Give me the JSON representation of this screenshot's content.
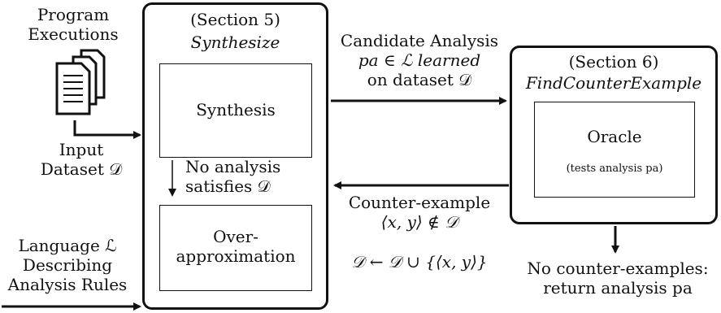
{
  "inputs": {
    "program_line1": "Program",
    "program_line2": "Executions",
    "dataset_line1": "Input",
    "dataset_line2": "Dataset 𝒟",
    "language_line1": "Language ℒ",
    "language_line2": "Describing",
    "language_line3": "Analysis Rules",
    "document_icon": "documents-icon"
  },
  "synthesize": {
    "section": "(Section 5)",
    "name": "Synthesize",
    "synthesis_label": "Synthesis",
    "no_analysis_line1": "No analysis",
    "no_analysis_line2": "satisfies 𝒟",
    "overapprox_line1": "Over-",
    "overapprox_line2": "approximation"
  },
  "candidate": {
    "line1": "Candidate Analysis",
    "line2": "pa ∈ ℒ learned",
    "line3": "on dataset 𝒟"
  },
  "counter": {
    "line1": "Counter-example",
    "line2": "⟨x, y⟩ ∉ 𝒟",
    "update": "𝒟 ← 𝒟 ∪ {⟨x, y⟩}"
  },
  "find": {
    "section": "(Section 6)",
    "name": "FindCounterExample",
    "oracle_label": "Oracle",
    "oracle_sub": "(tests analysis pa)"
  },
  "result": {
    "line1": "No counter-examples:",
    "line2": "return analysis pa"
  }
}
